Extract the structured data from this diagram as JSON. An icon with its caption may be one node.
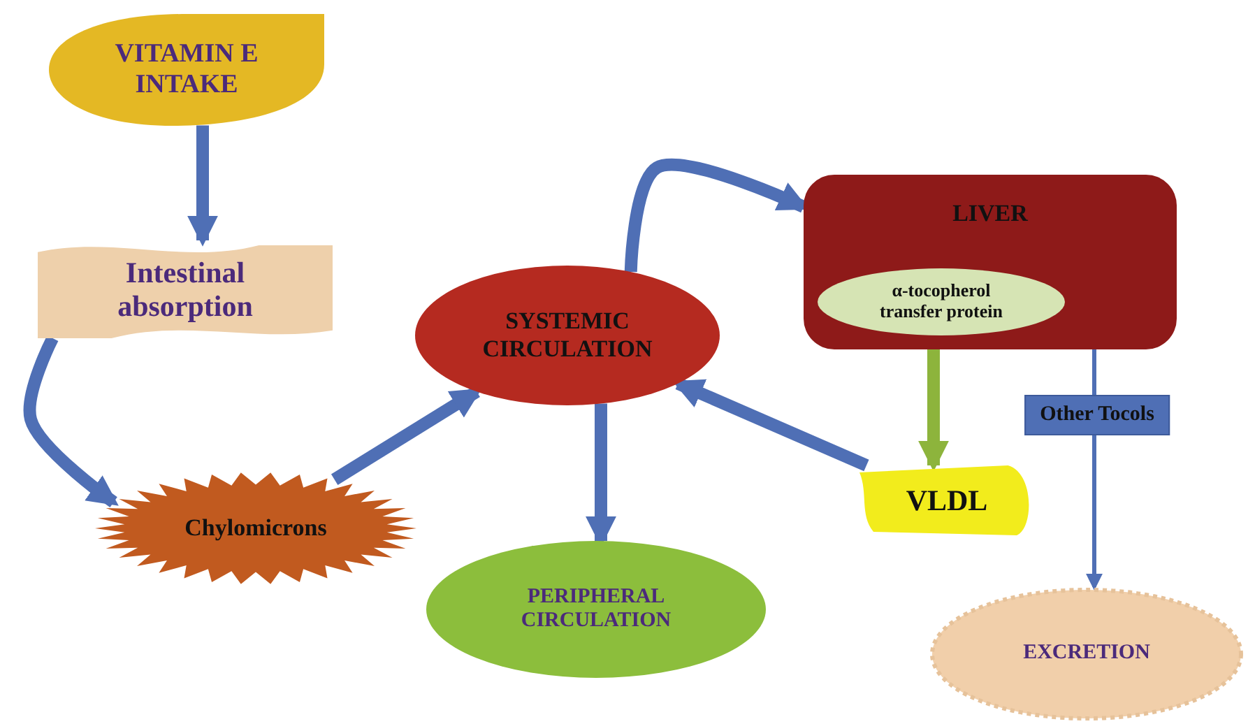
{
  "diagram": {
    "nodes": [
      {
        "text": [
          "VITAMIN E INTAKE"
        ]
      },
      {
        "text": [
          "Intestinal absorption"
        ]
      },
      {
        "text": [
          "Chylomicrons"
        ]
      },
      {
        "text": [
          "SYSTEMIC CIRCULATION"
        ]
      },
      {
        "text": [
          "LIVER"
        ]
      },
      {
        "text": [
          "α-tocopherol transfer protein"
        ],
        "in": 4
      },
      {
        "text": [
          "VLDL"
        ]
      },
      {
        "text": [
          "PERIPHERAL CIRCULATION"
        ]
      },
      {
        "text": [
          "EXCRETION"
        ]
      }
    ],
    "edges": [
      {
        "from": 0,
        "to": 1,
        "arrow": "to"
      },
      {
        "from": 1,
        "to": 2,
        "arrow": "to"
      },
      {
        "from": 2,
        "to": 3,
        "arrow": "to"
      },
      {
        "from": 3,
        "to": 4,
        "arrow": "to"
      },
      {
        "from": 3,
        "to": 7,
        "arrow": "to"
      },
      {
        "from": 6,
        "to": 3,
        "arrow": "to"
      },
      {
        "from": 5,
        "to": 6,
        "arrow": "to",
        "color": "#8db43c"
      },
      {
        "from": 4,
        "to": 8,
        "arrow": "to",
        "label": "Other Tocols"
      }
    ]
  }
}
